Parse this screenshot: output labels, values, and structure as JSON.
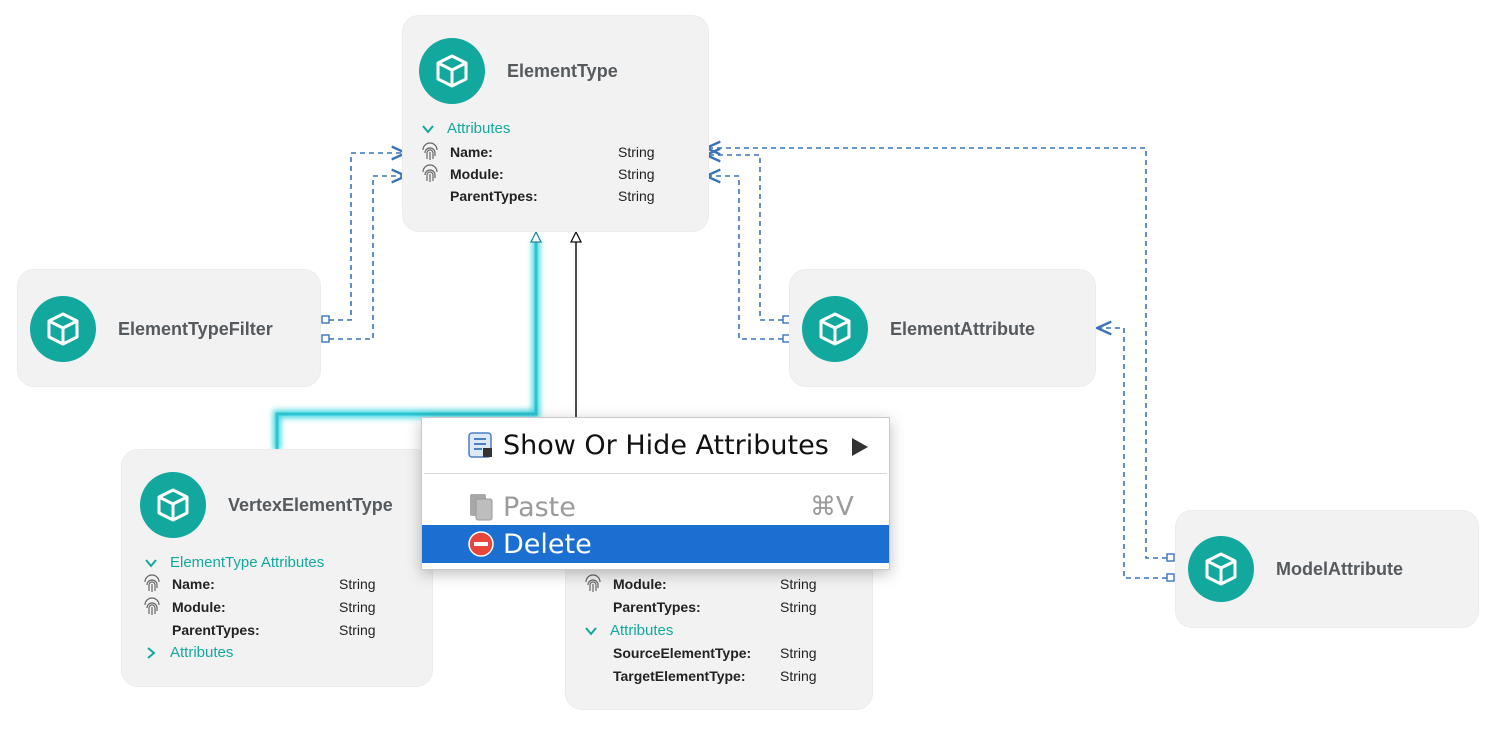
{
  "nodes": {
    "element_type": {
      "title": "ElementType",
      "sections": [
        {
          "label": "Attributes",
          "expanded": true,
          "attributes": [
            {
              "name": "Name:",
              "type": "String",
              "icon": "fingerprint-icon"
            },
            {
              "name": "Module:",
              "type": "String",
              "icon": "fingerprint-icon"
            },
            {
              "name": "ParentTypes:",
              "type": "String",
              "icon": ""
            }
          ]
        }
      ]
    },
    "element_type_filter": {
      "title": "ElementTypeFilter"
    },
    "element_attribute": {
      "title": "ElementAttribute"
    },
    "model_attribute": {
      "title": "ModelAttribute"
    },
    "vertex_element_type": {
      "title": "VertexElementType",
      "sections": [
        {
          "label": "ElementType Attributes",
          "expanded": true,
          "attributes": [
            {
              "name": "Name:",
              "type": "String",
              "icon": "fingerprint-icon"
            },
            {
              "name": "Module:",
              "type": "String",
              "icon": "fingerprint-icon"
            },
            {
              "name": "ParentTypes:",
              "type": "String",
              "icon": ""
            }
          ]
        },
        {
          "label": "Attributes",
          "expanded": false,
          "attributes": []
        }
      ]
    },
    "edge_element_type": {
      "sections": [
        {
          "label": "",
          "expanded": true,
          "attributes": [
            {
              "name": "Module:",
              "type": "String",
              "icon": "fingerprint-icon"
            },
            {
              "name": "ParentTypes:",
              "type": "String",
              "icon": ""
            }
          ]
        },
        {
          "label": "Attributes",
          "expanded": true,
          "attributes": [
            {
              "name": "SourceElementType:",
              "type": "String",
              "icon": ""
            },
            {
              "name": "TargetElementType:",
              "type": "String",
              "icon": ""
            }
          ]
        }
      ]
    }
  },
  "context_menu": {
    "items": [
      {
        "label": "Show Or Hide Attributes",
        "icon": "list-attributes-icon",
        "has_submenu": true,
        "enabled": true
      },
      {
        "label": "Paste",
        "shortcut": "⌘V",
        "icon": "paste-icon",
        "enabled": false
      },
      {
        "label": "Delete",
        "icon": "delete-icon",
        "enabled": true,
        "selected": true
      }
    ]
  },
  "colors": {
    "accent": "#13a89e",
    "edge_dashed": "#3a73b8",
    "selection_glow": "#32d6e0",
    "menu_selected": "#1a6fd1",
    "node_bg": "#f2f2f2"
  }
}
